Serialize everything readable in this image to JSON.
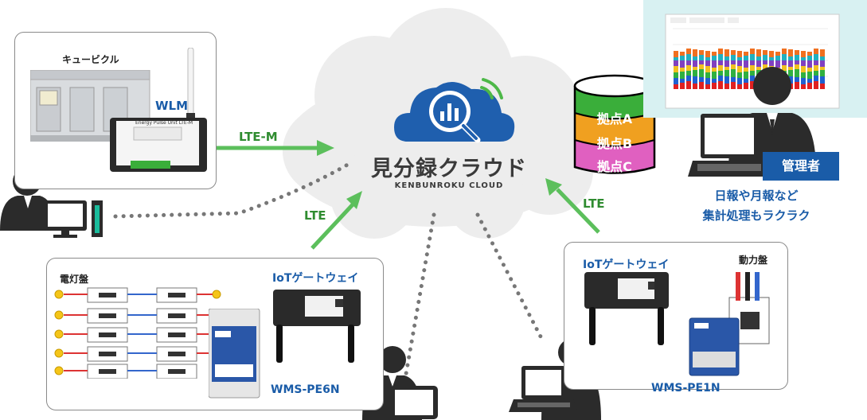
{
  "cloud": {
    "title": "見分録クラウド",
    "subtitle": "KENBUNROKU CLOUD"
  },
  "site_a": {
    "tag": "拠点A",
    "equipment_label": "キュービクル",
    "device_label": "WLM",
    "tag_color": "#3aae3a"
  },
  "site_b": {
    "tag": "拠点B",
    "panel_label": "電灯盤",
    "gateway_label": "IoTゲートウェイ",
    "device_label": "WMS-PE6N",
    "tag_color": "#f0a020"
  },
  "site_c": {
    "tag": "拠点C",
    "gateway_label": "IoTゲートウェイ",
    "panel_label": "動力盤",
    "device_label": "WMS-PE1N",
    "tag_color": "#e060c0"
  },
  "links": {
    "site_a": "LTE-M",
    "site_b": "LTE",
    "site_c": "LTE"
  },
  "database": {
    "layers": [
      "拠点A",
      "拠点B",
      "拠点C"
    ],
    "colors": [
      "#3aae3a",
      "#f0a020",
      "#e060c0"
    ]
  },
  "manager": {
    "role": "管理者",
    "caption_line1": "日報や月報など",
    "caption_line2": "集計処理もラクラク"
  },
  "device_screen_text": "Energy Pulse Unit LTE-M",
  "colors": {
    "cloud_blue": "#1f5fae",
    "accent_green": "#4db848",
    "manager_blue": "#1a5ca8"
  }
}
